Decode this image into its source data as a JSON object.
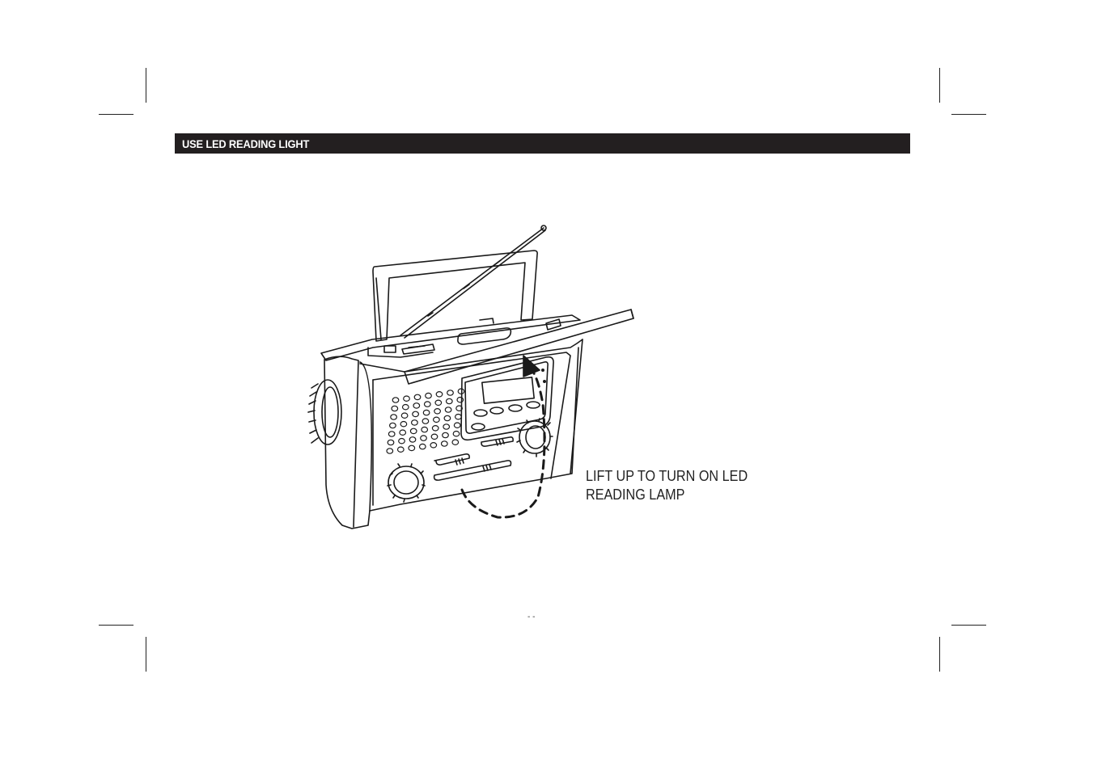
{
  "section": {
    "title": "USE LED READING LIGHT"
  },
  "caption": {
    "line1": "LIFT UP TO TURN ON LED",
    "line2": "READING LAMP"
  },
  "page": {
    "number": "- -"
  },
  "colors": {
    "header_bg": "#231f20",
    "header_text": "#ffffff",
    "line_art": "#1a1a1a"
  },
  "illustration": {
    "subject": "radio-icon",
    "callout": "curved-arrow-icon"
  }
}
